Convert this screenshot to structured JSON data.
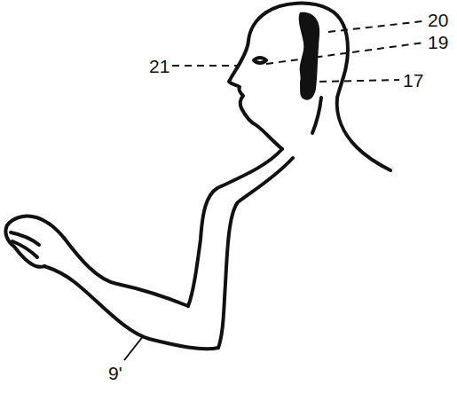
{
  "diagram": {
    "labels": [
      "20",
      "21",
      "19",
      "17",
      "9'"
    ]
  }
}
